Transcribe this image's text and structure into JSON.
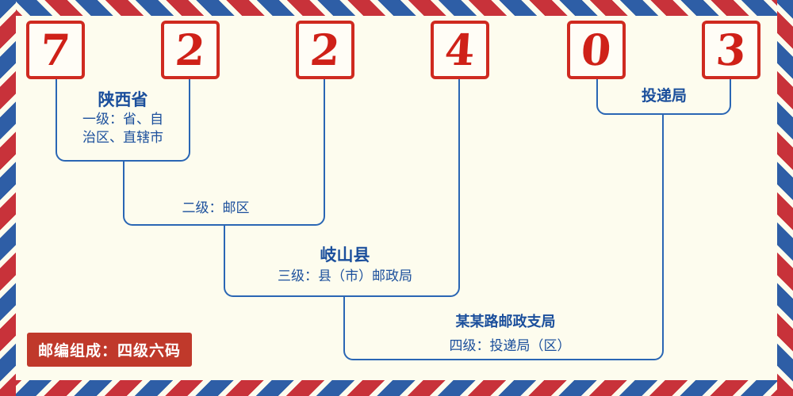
{
  "postal_code": {
    "digits": [
      "7",
      "2",
      "2",
      "4",
      "0",
      "3"
    ]
  },
  "labels": {
    "level1_region": "陕西省",
    "level1": "一级：省、自\n治区、直辖市",
    "level2": "二级：邮区",
    "level3_region": "岐山县",
    "level3": "三级：县（市）邮政局",
    "level4_office": "某某路邮政支局",
    "level4": "四级：投递局（区）",
    "delivery_office": "投递局",
    "composition": "邮编组成：四级六码"
  },
  "colors": {
    "digit_red": "#cf2118",
    "line_blue": "#2a66b4",
    "text_blue": "#1b4f9c",
    "badge_red": "#c0392b",
    "background": "#fdfcee"
  }
}
